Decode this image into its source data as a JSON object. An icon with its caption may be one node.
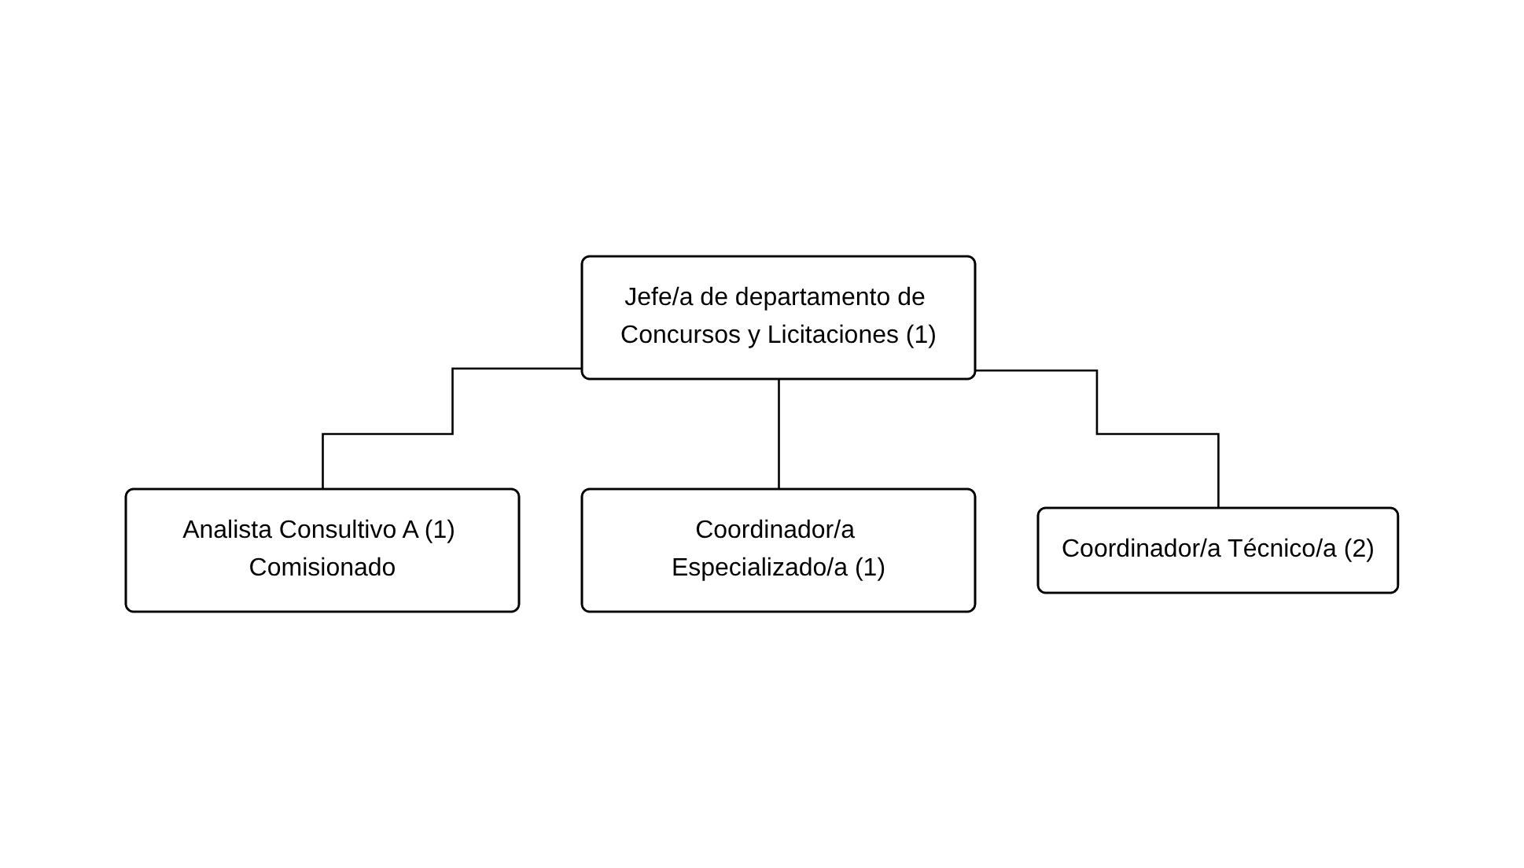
{
  "diagram": {
    "nodes": [
      {
        "text": [
          "Jefe/a de departamento de Concursos y Licitaciones (1)"
        ]
      },
      {
        "text": [
          "Analista Consultivo A (1) Comisionado"
        ]
      },
      {
        "text": [
          "Coordinador/a Especializado/a (1)"
        ]
      },
      {
        "text": [
          "Coordinador/a Técnico/a (2)"
        ]
      }
    ],
    "edges": [
      {
        "from": 0,
        "to": 1,
        "arrow": "none"
      },
      {
        "from": 0,
        "to": 2,
        "arrow": "none"
      },
      {
        "from": 0,
        "to": 3,
        "arrow": "none"
      }
    ]
  }
}
